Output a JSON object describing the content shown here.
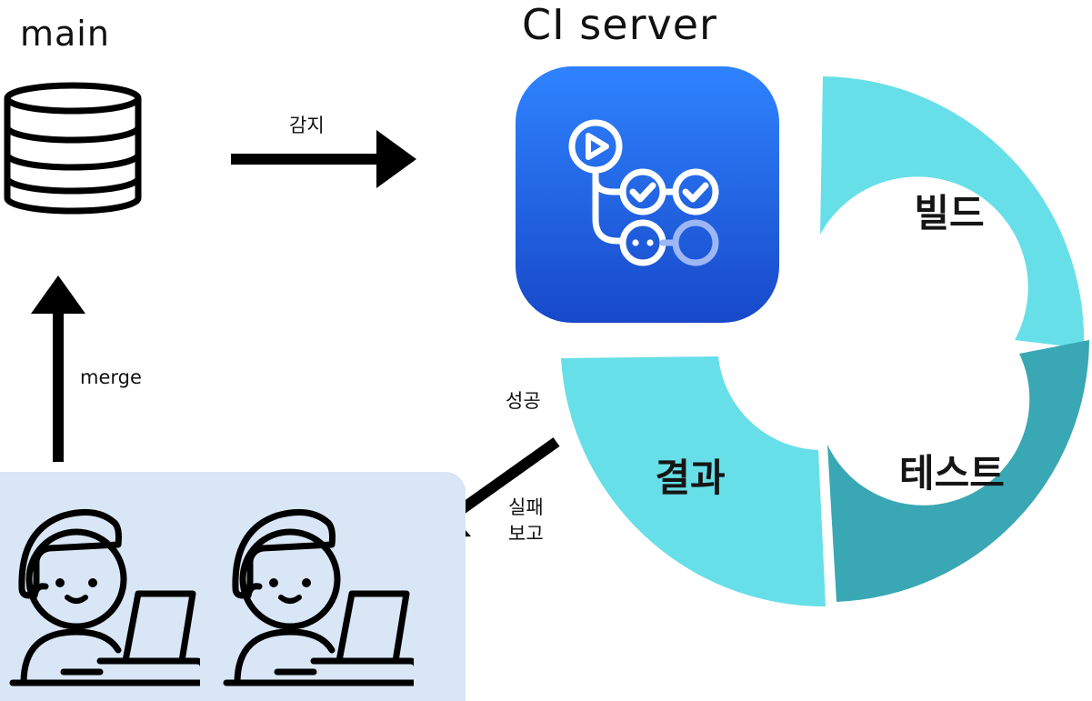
{
  "repo": {
    "title": "main"
  },
  "server": {
    "title": "CI server"
  },
  "edges": {
    "detect": "감지",
    "merge": "merge",
    "success": "성공",
    "failure_report": [
      "실패",
      "보고"
    ]
  },
  "cycle": {
    "build": "빌드",
    "test": "테스트",
    "result": "결과"
  },
  "colors": {
    "segment_light": "#67dfe8",
    "segment_dark": "#3aa7b4",
    "app_icon_top": "#2f83ff",
    "app_icon_bottom": "#1749c9",
    "developer_panel": "#d9e6f5",
    "arrow": "#000000"
  },
  "icons": [
    "database-icon",
    "ci-workflow-icon",
    "developer-icon",
    "developer-icon"
  ]
}
